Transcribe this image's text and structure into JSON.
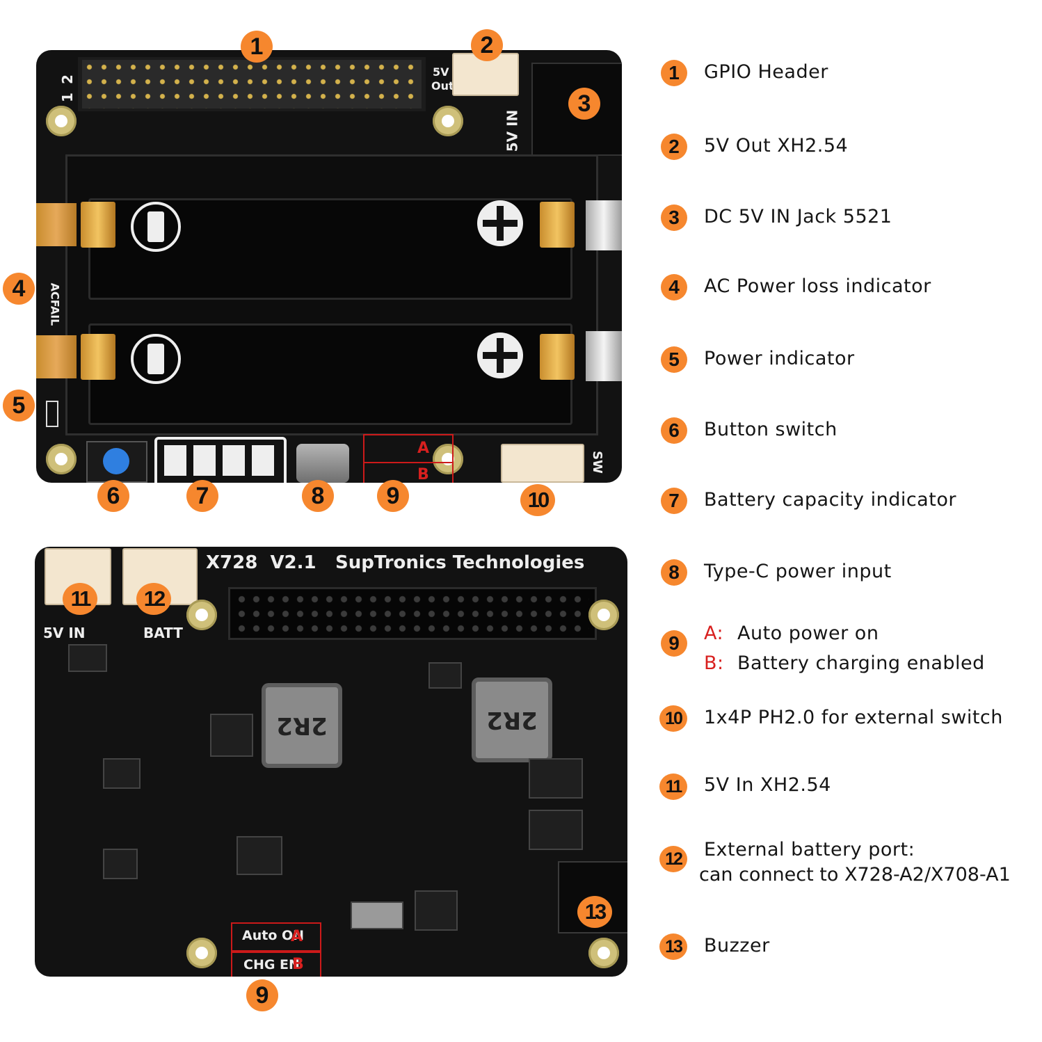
{
  "top_board": {
    "silk_5v_out_1": "5V",
    "silk_5v_out_2": "Out",
    "silk_5v_in": "5V IN",
    "silk_pin_1": "1",
    "silk_pin_2": "2",
    "silk_acfail": "ACFAIL",
    "silk_sw": "SW",
    "jumper_a": "A",
    "jumper_b": "B",
    "callouts": [
      "1",
      "2",
      "3",
      "4",
      "5",
      "6",
      "7",
      "8",
      "9",
      "10"
    ]
  },
  "bottom_board": {
    "model": "X728",
    "version": "V2.1",
    "maker": "SupTronics Technologies",
    "silk_5vin": "5V IN",
    "silk_batt": "BATT",
    "inductor_1": "2R2",
    "inductor_2": "2R2",
    "auto_on": "Auto ON",
    "auto_on_letter": "A",
    "chg_en": "CHG EN",
    "chg_en_letter": "B",
    "callouts": [
      "11",
      "12",
      "13",
      "9"
    ]
  },
  "legend": [
    {
      "num": "1",
      "text": "GPIO Header"
    },
    {
      "num": "2",
      "text": "5V Out XH2.54"
    },
    {
      "num": "3",
      "text": "DC 5V IN Jack 5521"
    },
    {
      "num": "4",
      "text": "AC Power loss indicator"
    },
    {
      "num": "5",
      "text": "Power indicator"
    },
    {
      "num": "6",
      "text": "Button switch"
    },
    {
      "num": "7",
      "text": "Battery capacity indicator"
    },
    {
      "num": "8",
      "text": "Type-C power input"
    },
    {
      "num": "9",
      "a_label": "A:",
      "a_text": "Auto power on",
      "b_label": "B:",
      "b_text": "Battery charging enabled"
    },
    {
      "num": "10",
      "text": "1x4P PH2.0 for external switch"
    },
    {
      "num": "11",
      "text": "5V In XH2.54"
    },
    {
      "num": "12",
      "text": "External battery port:",
      "text2": "can connect to X728-A2/X708-A1"
    },
    {
      "num": "13",
      "text": "Buzzer"
    }
  ],
  "colors": {
    "callout": "#f6872e",
    "pcb": "#121212",
    "highlight_red": "#d8201f"
  }
}
